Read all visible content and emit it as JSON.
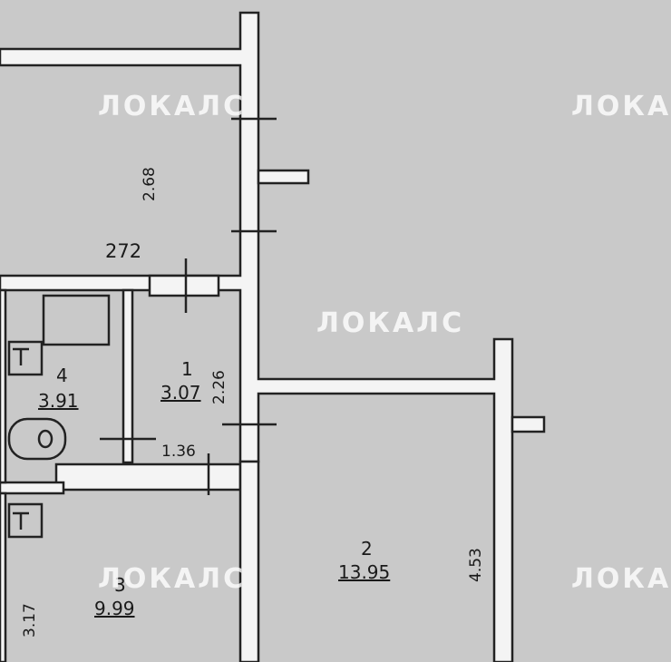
{
  "watermark": "ЛОКАЛС",
  "dimensions": {
    "d1": "2.68",
    "d2": "272",
    "d3": "2.26",
    "d4": "1.36",
    "d5": "4.53",
    "d6": "3.17"
  },
  "rooms": [
    {
      "number": "1",
      "area": "3.07"
    },
    {
      "number": "2",
      "area": "13.95"
    },
    {
      "number": "3",
      "area": "9.99"
    },
    {
      "number": "4",
      "area": "3.91"
    }
  ]
}
